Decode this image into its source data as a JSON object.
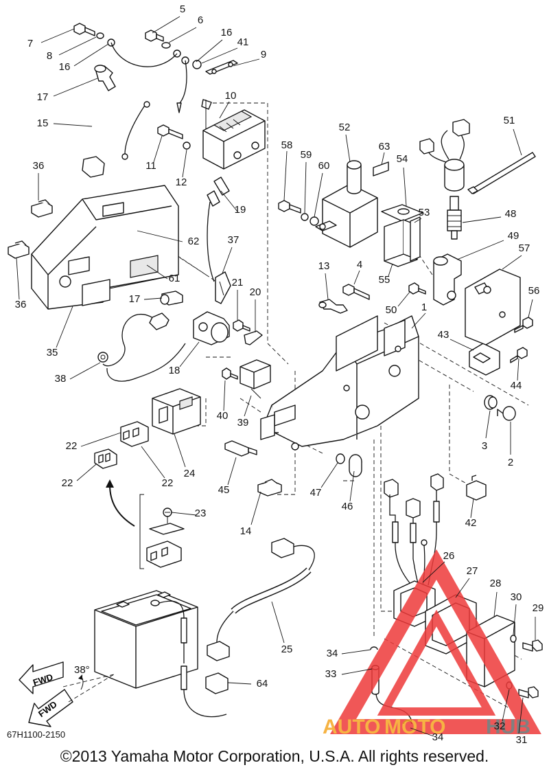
{
  "callouts": [
    "1",
    "2",
    "3",
    "4",
    "5",
    "6",
    "7",
    "8",
    "9",
    "10",
    "11",
    "12",
    "13",
    "14",
    "15",
    "16",
    "16",
    "17",
    "17",
    "18",
    "19",
    "20",
    "21",
    "22",
    "22",
    "22",
    "23",
    "24",
    "25",
    "26",
    "27",
    "28",
    "29",
    "30",
    "31",
    "32",
    "33",
    "34",
    "34",
    "35",
    "36",
    "36",
    "37",
    "38",
    "39",
    "40",
    "41",
    "42",
    "43",
    "44",
    "45",
    "46",
    "47",
    "48",
    "49",
    "50",
    "51",
    "52",
    "53",
    "54",
    "55",
    "56",
    "57",
    "58",
    "59",
    "60",
    "61",
    "62",
    "63",
    "64"
  ],
  "fwd_label": "FWD",
  "angle_label": "38°",
  "diagram_code": "67H1100-2150",
  "copyright": "©2013 Yamaha Motor Corporation, U.S.A. All rights reserved.",
  "watermark": {
    "auto": "AUTO",
    "moto": "MOTO",
    "hub": "HUB"
  },
  "colors": {
    "line": "#111111",
    "watermark_red": "#ee3a3a",
    "watermark_orange": "#f5a623",
    "watermark_gray": "#6b6b6b"
  }
}
